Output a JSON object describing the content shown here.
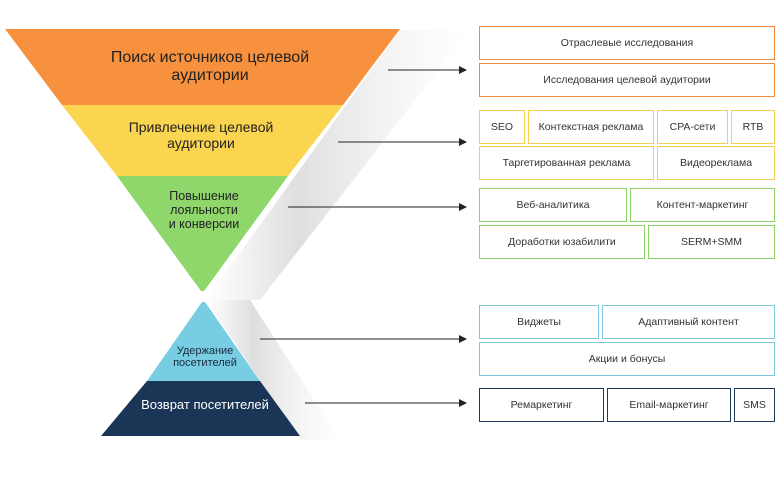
{
  "colors": {
    "orange": "#f7913d",
    "yellow": "#fbd550",
    "green": "#8fd66b",
    "cyan": "#79cde3",
    "navy": "#1b3556",
    "arrow": "#222222"
  },
  "funnel": {
    "stages": [
      {
        "id": "search",
        "label": "Поиск источников целевой\nаудитории"
      },
      {
        "id": "attract",
        "label": "Привлечение целевой\nаудитории"
      },
      {
        "id": "loyalty",
        "label": "Повышение\nлояльности\nи конверсии"
      }
    ]
  },
  "pyramid": {
    "stages": [
      {
        "id": "retain",
        "label": "Удержание\nпосетителей"
      },
      {
        "id": "return",
        "label": "Возврат посетителей"
      }
    ]
  },
  "groups": {
    "search": [
      "Отраслевые исследования",
      "Исследования целевой аудитории"
    ],
    "attract": [
      "SEO",
      "Контекстная реклама",
      "CPA-сети",
      "RTB",
      "Таргетированная реклама",
      "Видеореклама"
    ],
    "loyalty": [
      "Веб-аналитика",
      "Контент-маркетинг",
      "Доработки юзабилити",
      "SERM+SMM"
    ],
    "retain": [
      "Виджеты",
      "Адаптивный контент",
      "Акции и бонусы"
    ],
    "return": [
      "Ремаркетинг",
      "Email-маркетинг",
      "SMS"
    ]
  }
}
